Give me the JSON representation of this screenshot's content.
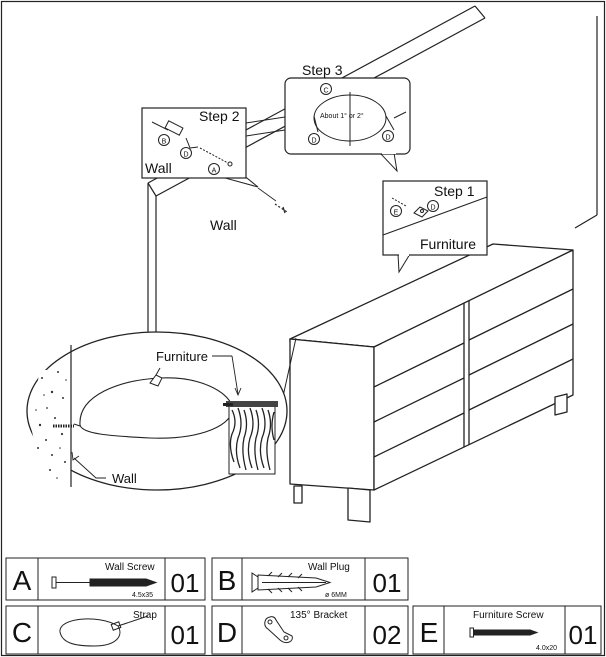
{
  "labels": {
    "step1": "Step 1",
    "step2": "Step 2",
    "step3": "Step 3",
    "furniture_step1": "Furniture",
    "wall_step2": "Wall",
    "wall_main": "Wall",
    "furniture_zoom": "Furniture",
    "wall_zoom": "Wall",
    "about_angle": "About 1° or 2°"
  },
  "callouts": {
    "step1": [
      "E",
      "D"
    ],
    "step2": [
      "B",
      "D",
      "A"
    ],
    "step3": [
      "C",
      "D",
      "D"
    ]
  },
  "parts": [
    {
      "letter": "A",
      "name": "Wall Screw",
      "size": "4.5x35",
      "qty": "01"
    },
    {
      "letter": "B",
      "name": "Wall Plug",
      "size": "ø 6MM",
      "qty": "01"
    },
    {
      "letter": "C",
      "name": "Strap",
      "size": "",
      "qty": "01"
    },
    {
      "letter": "D",
      "name": "135° Bracket",
      "size": "",
      "qty": "02"
    },
    {
      "letter": "E",
      "name": "Furniture Screw",
      "size": "4.0x20",
      "qty": "01"
    }
  ]
}
